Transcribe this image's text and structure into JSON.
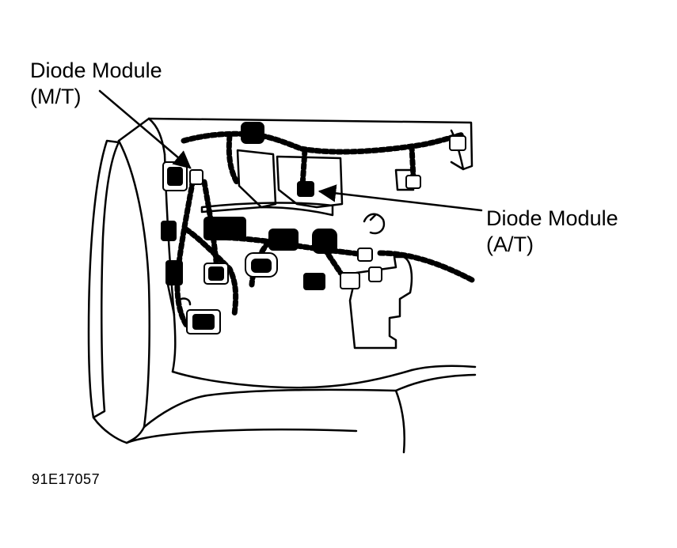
{
  "callouts": {
    "mt": {
      "line1": "Diode Module",
      "line2": "(M/T)"
    },
    "at": {
      "line1": "Diode Module",
      "line2": "(A/T)"
    }
  },
  "figure_id": "91E17057",
  "colors": {
    "ink": "#000000",
    "paper": "#ffffff"
  }
}
